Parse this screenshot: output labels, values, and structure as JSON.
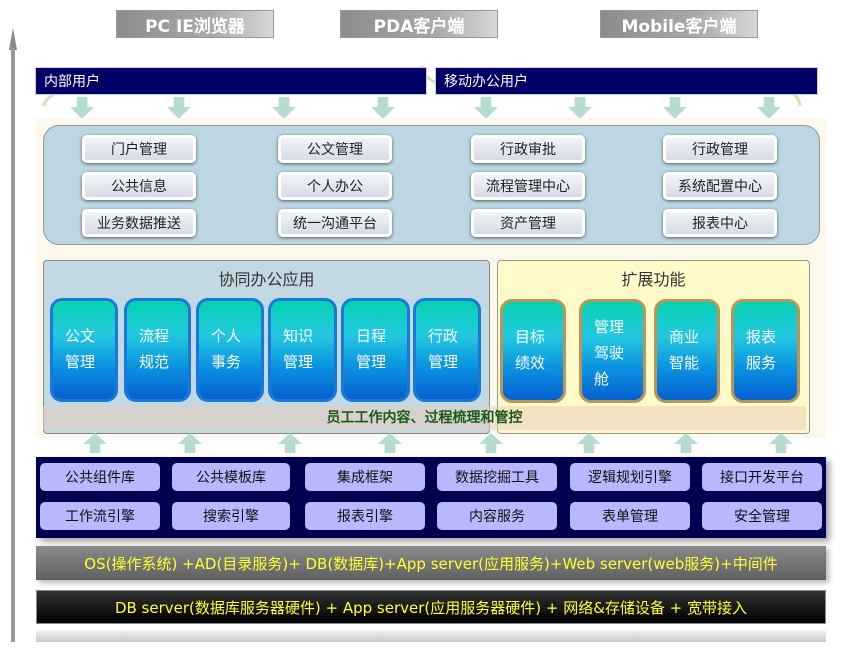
{
  "clients": [
    "PC  IE浏览器",
    "PDA客户端",
    "Mobile客户端"
  ],
  "user_groups": [
    "内部用户",
    "移动办公用户"
  ],
  "portal_items": [
    [
      "门户管理",
      "公共信息",
      "业务数据推送"
    ],
    [
      "公文管理",
      "个人办公",
      "统一沟通平台"
    ],
    [
      "行政审批",
      "流程管理中心",
      "资产管理"
    ],
    [
      "行政管理",
      "系统配置中心",
      "报表中心"
    ]
  ],
  "collab": {
    "title": "协同办公应用",
    "tiles": [
      [
        "公文",
        "管理"
      ],
      [
        "流程",
        "规范"
      ],
      [
        "个人",
        "事务"
      ],
      [
        "知识",
        "管理"
      ],
      [
        "日程",
        "管理"
      ],
      [
        "行政",
        "管理"
      ]
    ]
  },
  "extension": {
    "title": "扩展功能",
    "tiles": [
      [
        "目标",
        "绩效"
      ],
      [
        "管理",
        "驾驶",
        "舱"
      ],
      [
        "商业",
        "智能"
      ],
      [
        "报表",
        "服务"
      ]
    ]
  },
  "band": "员工工作内容、过程梳理和管控",
  "components": [
    [
      "公共组件库",
      "公共模板库",
      "集成框架",
      "数据挖掘工具",
      "逻辑规划引擎",
      "接口开发平台"
    ],
    [
      "工作流引擎",
      "搜索引擎",
      "报表引擎",
      "内容服务",
      "表单管理",
      "安全管理"
    ]
  ],
  "software_layer": "OS(操作系统) +AD(目录服务)+ DB(数据库)+App server(应用服务)+Web server(web服务)+中间件",
  "hardware_layer": "DB server(数据库服务器硬件) + App server(应用服务器硬件) + 网络&存储设备 + 宽带接入"
}
